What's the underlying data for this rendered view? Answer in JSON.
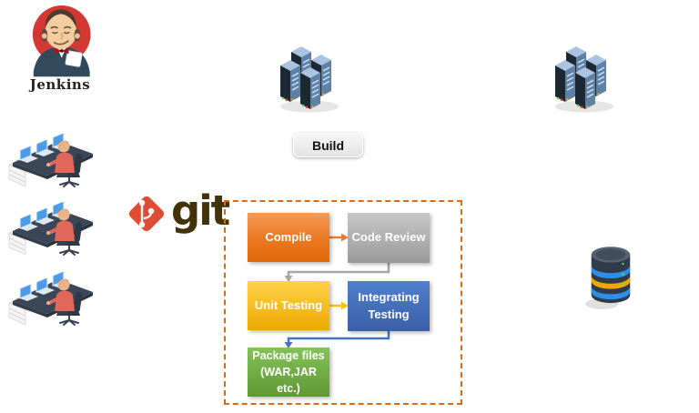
{
  "background": "#FFFFFF",
  "jenkins": {
    "label": "Jenkins",
    "brand_red": "#D33833"
  },
  "git": {
    "label": "git",
    "diamond_color": "#DE4C36",
    "text_color": "#413307"
  },
  "build_button": {
    "label": "Build",
    "bg": "#E9E9E9",
    "text_color": "#111111"
  },
  "pipeline": {
    "border_color": "#DD6A0E",
    "steps": [
      {
        "id": "compile",
        "label": "Compile",
        "color": "#ED7D31"
      },
      {
        "id": "code_review",
        "label": "Code Review",
        "color": "#A6A6A6"
      },
      {
        "id": "unit_testing",
        "label": "Unit Testing",
        "color": "#FFC000"
      },
      {
        "id": "integrating_testing",
        "label": "Integrating Testing",
        "color": "#4472C4"
      },
      {
        "id": "package_files",
        "label": "Package files\n(WAR,JAR\netc.)",
        "color": "#70AD47"
      }
    ],
    "connectors": [
      {
        "from": "compile",
        "to": "code_review",
        "color": "#ED7D31"
      },
      {
        "from": "code_review",
        "to": "unit_testing",
        "color": "#A6A6A6"
      },
      {
        "from": "unit_testing",
        "to": "integrating_testing",
        "color": "#FFC000"
      },
      {
        "from": "integrating_testing",
        "to": "package_files",
        "color": "#4472C4"
      }
    ]
  },
  "icons": {
    "jenkins_butler": "jenkins-butler-icon",
    "developer_workstation": "developer-workstation-icon",
    "developer_count": 3,
    "git_diamond": "git-diamond-icon",
    "server_cluster": "server-cluster-icon",
    "server_cluster_count": 2,
    "database": "database-icon"
  }
}
